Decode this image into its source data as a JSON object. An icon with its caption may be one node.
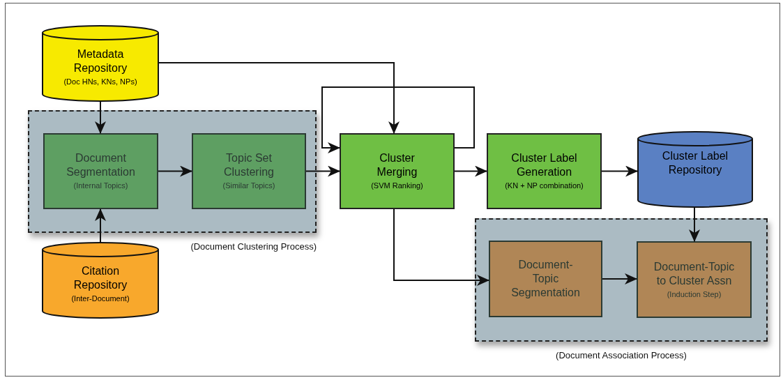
{
  "diagram": {
    "nodes": [
      {
        "text": [
          "Metadata Repository",
          "(Doc HNs, KNs, NPs)"
        ]
      },
      {
        "text": [
          "(Document Clustering Process)"
        ]
      },
      {
        "text": [
          "Document Segmentation",
          "(Internal Topics)"
        ],
        "in": 1
      },
      {
        "text": [
          "Topic Set Clustering",
          "(Similar Topics)"
        ],
        "in": 1
      },
      {
        "text": [
          "Citation Repository",
          "(Inter-Document)"
        ]
      },
      {
        "text": [
          "Cluster Merging",
          "(SVM Ranking)"
        ]
      },
      {
        "text": [
          "Cluster Label Generation",
          "(KN + NP combination)"
        ]
      },
      {
        "text": [
          "Cluster Label Repository"
        ]
      },
      {
        "text": [
          "(Document Association Process)"
        ]
      },
      {
        "text": [
          "Document- Topic Segmentation"
        ],
        "in": 8
      },
      {
        "text": [
          "Document-Topic to Cluster Assn",
          "(Induction Step)"
        ],
        "in": 8
      }
    ],
    "edges": [
      {
        "from": 0,
        "to": 2,
        "arrow": "to"
      },
      {
        "from": 4,
        "to": 2,
        "arrow": "to"
      },
      {
        "from": 2,
        "to": 3,
        "arrow": "to"
      },
      {
        "from": 3,
        "to": 5,
        "arrow": "to"
      },
      {
        "from": 0,
        "to": 5,
        "arrow": "to"
      },
      {
        "from": 5,
        "to": 5,
        "arrow": "to"
      },
      {
        "from": 5,
        "to": 6,
        "arrow": "to"
      },
      {
        "from": 6,
        "to": 7,
        "arrow": "to"
      },
      {
        "from": 5,
        "to": 9,
        "arrow": "to"
      },
      {
        "from": 9,
        "to": 10,
        "arrow": "to"
      },
      {
        "from": 7,
        "to": 10,
        "arrow": "to"
      }
    ]
  }
}
